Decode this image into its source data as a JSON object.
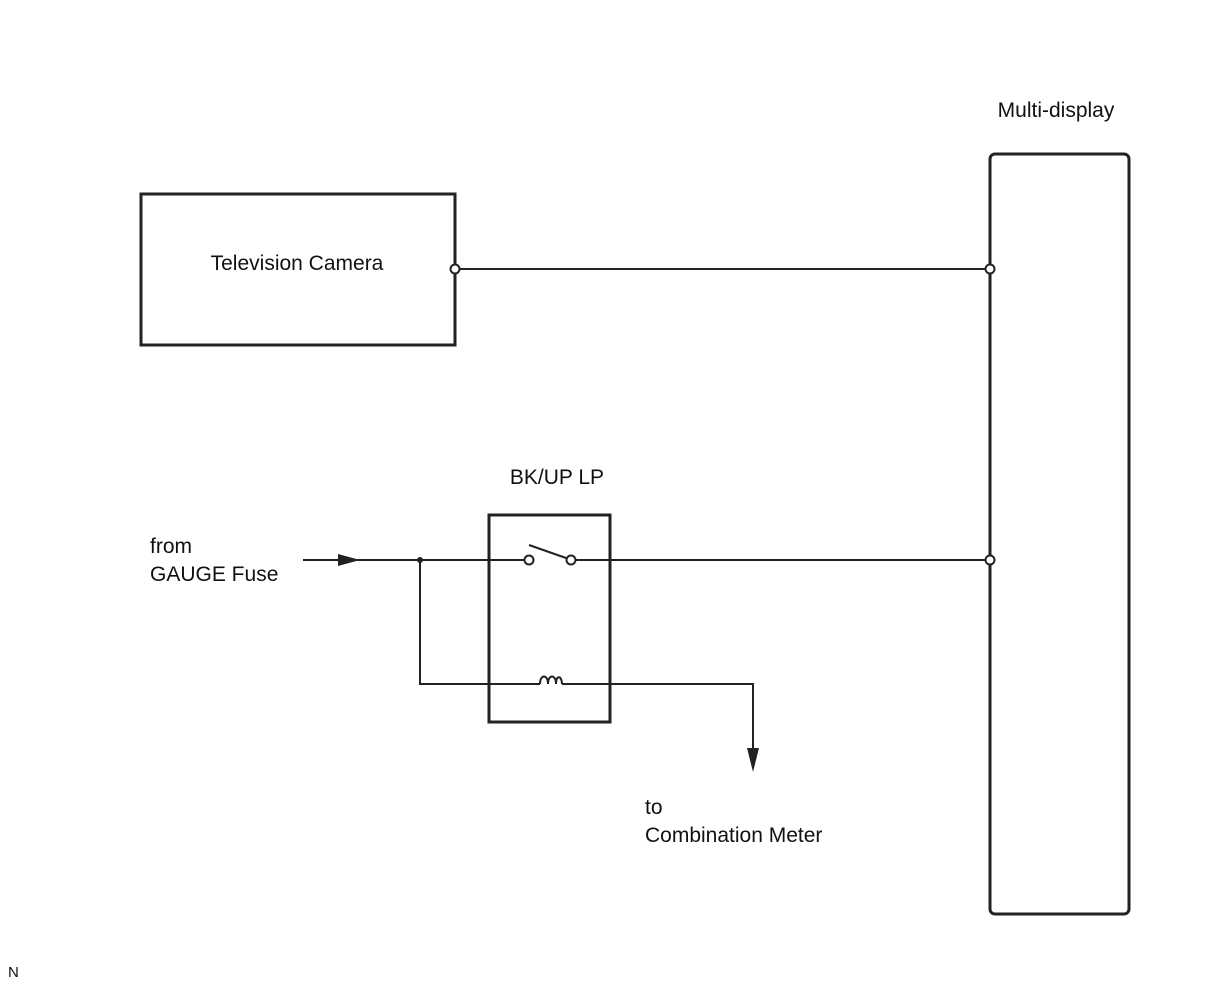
{
  "components": {
    "camera": {
      "label": "Television Camera"
    },
    "display": {
      "label": "Multi-display"
    },
    "relay": {
      "label": "BK/UP LP"
    }
  },
  "connections": {
    "source_line1": "from",
    "source_line2": "GAUGE Fuse",
    "dest_line1": "to",
    "dest_line2": "Combination Meter"
  },
  "corner_mark": "N"
}
